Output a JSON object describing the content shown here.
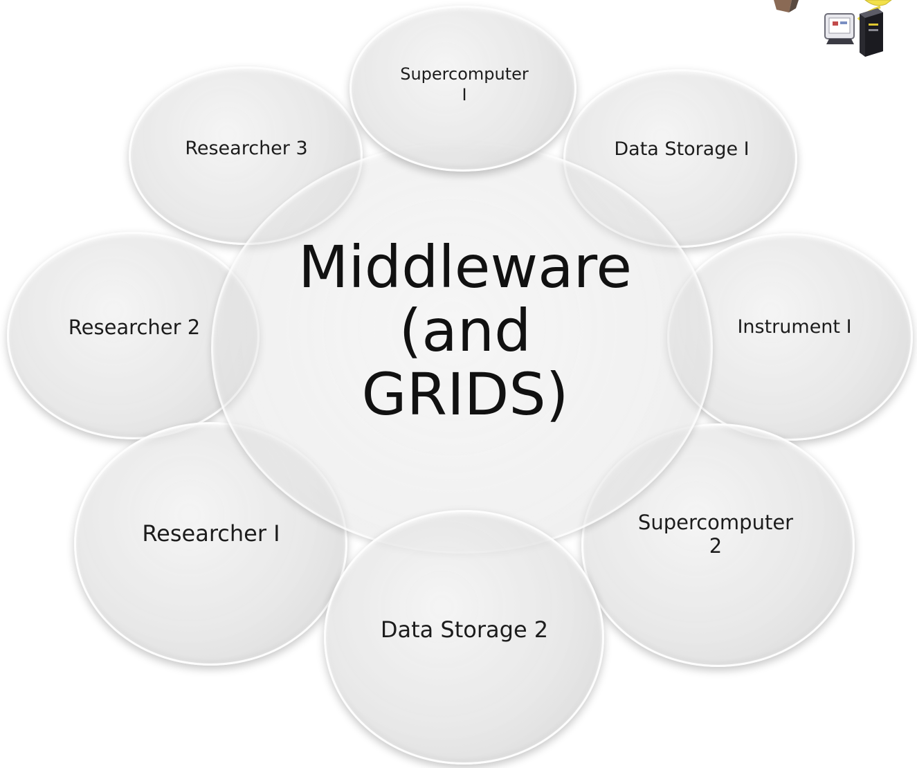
{
  "center": {
    "title": "Middleware\n(and\nGRIDS)"
  },
  "nodes": {
    "supercomputer_1": "Supercomputer\nI",
    "data_storage_1": "Data Storage I",
    "instrument_1": "Instrument I",
    "supercomputer_2": "Supercomputer\n2",
    "data_storage_2": "Data Storage 2",
    "researcher_1": "Researcher I",
    "researcher_2": "Researcher 2",
    "researcher_3": "Researcher 3"
  },
  "colors": {
    "bubble_fill": "#e2e2e2",
    "bubble_rim": "#ffffff",
    "text": "#1c1c1c"
  },
  "icons": {
    "corner_clipart": "computer-clipart-icon"
  }
}
